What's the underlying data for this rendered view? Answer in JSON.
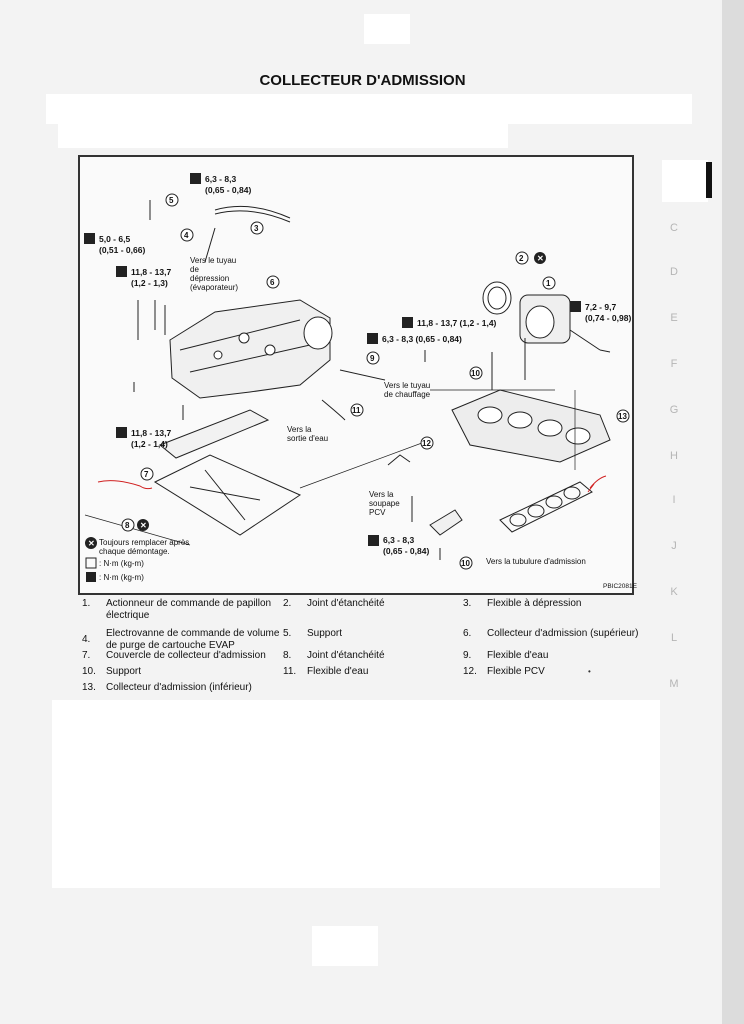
{
  "title": "COLLECTEUR D'ADMISSION",
  "side_letters": [
    "C",
    "D",
    "E",
    "F",
    "G",
    "H",
    "I",
    "J",
    "K",
    "L",
    "M"
  ],
  "diagram": {
    "code": "PBIC2081E",
    "torques": {
      "t1": {
        "range": "6,3 - 8,3",
        "sub": "(0,65 - 0,84)"
      },
      "t2": {
        "range": "5,0 - 6,5",
        "sub": "(0,51 - 0,66)"
      },
      "t3": {
        "range": "11,8 - 13,7",
        "sub": "(1,2 - 1,3)"
      },
      "t4": {
        "range": "11,8 - 13,7 (1,2 - 1,4)"
      },
      "t5": {
        "range": "6,3 - 8,3 (0,65 - 0,84)"
      },
      "t6": {
        "range": "7,2 - 9,7",
        "sub": "(0,74 - 0,98)"
      },
      "t7": {
        "range": "11,8 - 13,7",
        "sub": "(1,2 - 1,4)"
      },
      "t8": {
        "range": "6,3 - 8,3",
        "sub": "(0,65 - 0,84)"
      }
    },
    "callouts": {
      "vers_tuyau_depression": [
        "Vers le tuyau",
        "de",
        "dépression",
        "(évaporateur)"
      ],
      "vers_tuyau_chauffage": [
        "Vers le tuyau",
        "de chauffage"
      ],
      "vers_sortie_eau": [
        "Vers la",
        "sortie d'eau"
      ],
      "vers_soupape_pcv": [
        "Vers la",
        "soupape",
        "PCV"
      ],
      "vers_tubulure": "Vers la tubulure d'admission"
    },
    "key": {
      "replace_line1": "Toujours remplacer après",
      "replace_line2": "chaque démontage.",
      "nm1": ": N·m (kg-m)",
      "nm2": ": N·m (kg-m)"
    },
    "part_numbers": [
      "1",
      "2",
      "3",
      "4",
      "5",
      "6",
      "7",
      "8",
      "9",
      "10",
      "11",
      "12",
      "13"
    ]
  },
  "legend": [
    {
      "n": "1.",
      "text": "Actionneur de commande de papillon électrique"
    },
    {
      "n": "2.",
      "text": "Joint d'étanchéité"
    },
    {
      "n": "3.",
      "text": "Flexible à dépression"
    },
    {
      "n": "4.",
      "text": "Electrovanne de commande de volume de purge de cartouche EVAP"
    },
    {
      "n": "5.",
      "text": "Support"
    },
    {
      "n": "6.",
      "text": "Collecteur d'admission (supérieur)"
    },
    {
      "n": "7.",
      "text": "Couvercle de collecteur d'admission"
    },
    {
      "n": "8.",
      "text": "Joint d'étanchéité"
    },
    {
      "n": "9.",
      "text": "Flexible d'eau"
    },
    {
      "n": "10.",
      "text": "Support"
    },
    {
      "n": "11.",
      "text": "Flexible d'eau"
    },
    {
      "n": "12.",
      "text": "Flexible PCV"
    },
    {
      "n": "13.",
      "text": "Collecteur d'admission (inférieur)"
    }
  ]
}
